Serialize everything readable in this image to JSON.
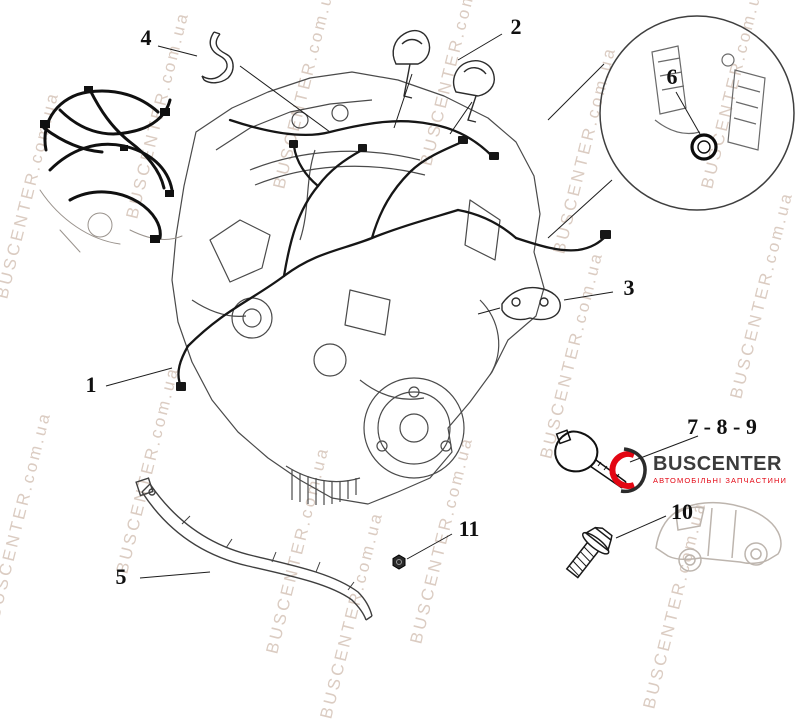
{
  "watermark": {
    "text": "BUSCENTER.com.ua",
    "color": "#dbccc2"
  },
  "callouts": {
    "c1": "1",
    "c2": "2",
    "c3": "3",
    "c4": "4",
    "c5": "5",
    "c6": "6",
    "c789": "7 - 8 - 9",
    "c10": "10",
    "c11": "11"
  },
  "logo": {
    "brand": "BUSCENTER",
    "tagline": "АВТОМОБІЛЬНІ ЗАПЧАСТИНИ",
    "accent_color": "#e30613",
    "brand_color": "#3c3c3c"
  }
}
